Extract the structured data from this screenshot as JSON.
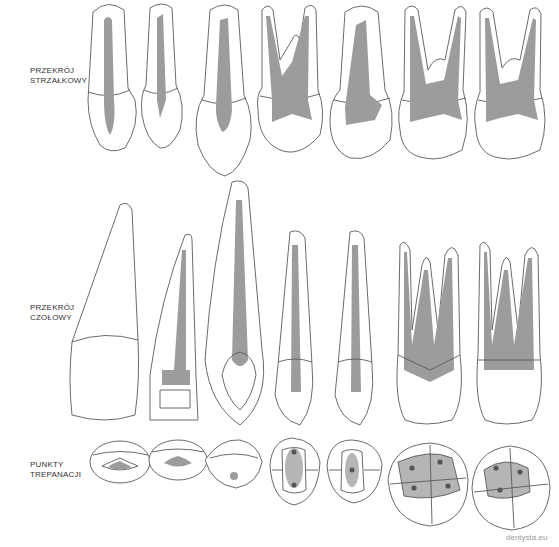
{
  "diagram": {
    "labels": [
      "PRZEKRÓJ STRZAŁKOWY",
      "PRZEKRÓJ CZOŁOWY",
      "PUNKTY TREPANACJI",
      "dentysta.eu"
    ]
  }
}
